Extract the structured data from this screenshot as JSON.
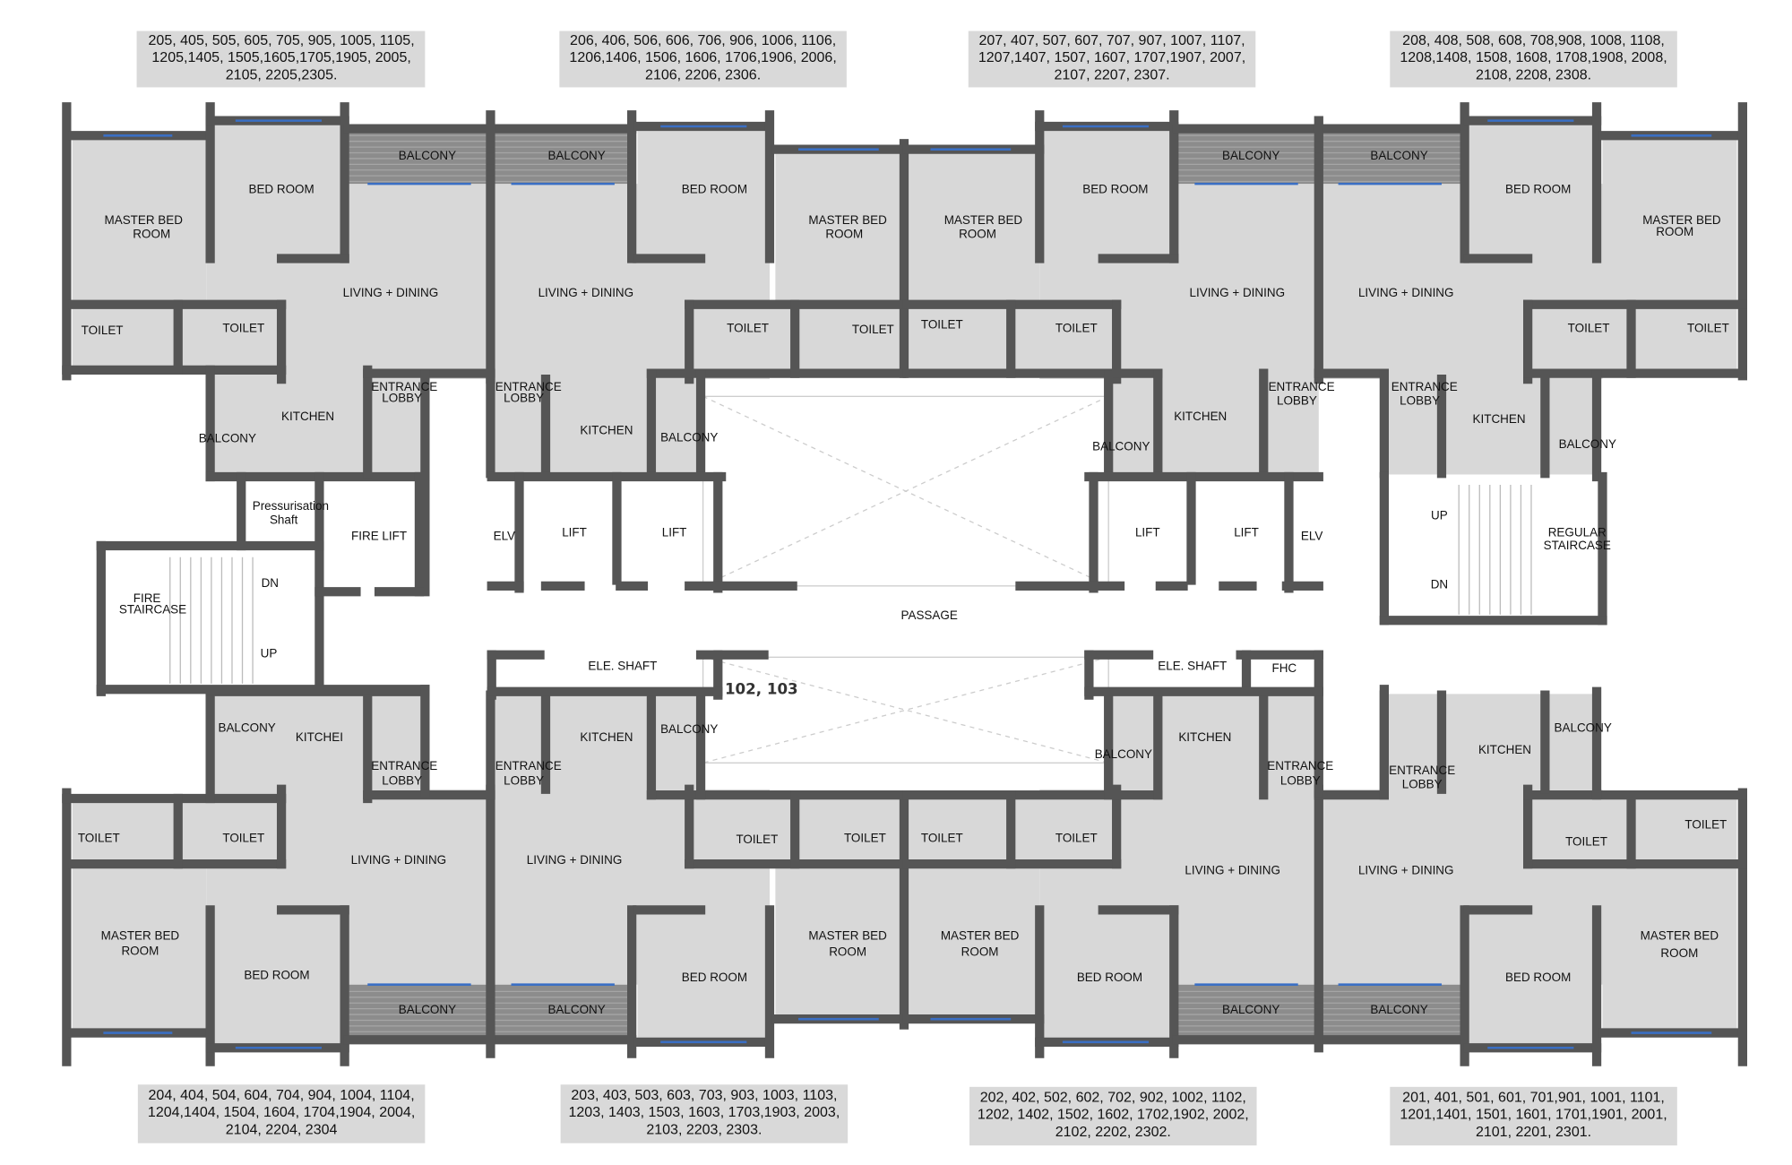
{
  "unit_lists": {
    "top": [
      [
        "205, 405, 505, 605, 705, 905, 1005, 1105,",
        "1205,1405, 1505,1605,1705,1905, 2005,",
        "2105, 2205,2305."
      ],
      [
        "206, 406, 506, 606, 706, 906, 1006, 1106,",
        "1206,1406, 1506, 1606, 1706,1906, 2006,",
        "2106, 2206, 2306."
      ],
      [
        "207, 407, 507, 607, 707, 907, 1007, 1107,",
        "1207,1407, 1507, 1607, 1707,1907, 2007,",
        "2107, 2207, 2307."
      ],
      [
        "208, 408, 508, 608, 708,908, 1008, 1108,",
        "1208,1408, 1508, 1608, 1708,1908, 2008,",
        "2108, 2208, 2308."
      ]
    ],
    "bottom": [
      [
        "204, 404, 504, 604, 704, 904, 1004, 1104,",
        "1204,1404, 1504, 1604, 1704,1904, 2004,",
        "2104, 2204, 2304"
      ],
      [
        "203, 403, 503, 603, 703, 903, 1003, 1103,",
        "1203, 1403, 1503, 1603, 1703,1903, 2003,",
        "2103, 2203, 2303."
      ],
      [
        "202, 402, 502, 602, 702, 902, 1002, 1102,",
        "1202, 1402, 1502, 1602, 1702,1902, 2002,",
        "2102, 2202, 2302."
      ],
      [
        "201, 401, 501, 601, 701,901, 1001, 1101,",
        "1201,1401, 1501, 1601, 1701,1901, 2001,",
        "2101, 2201, 2301."
      ]
    ]
  },
  "rooms": {
    "master_bed_1": "MASTER BED",
    "room": "ROOM",
    "bed_room": "BED ROOM",
    "balcony": "BALCONY",
    "living_dining": "LIVING + DINING",
    "toilet": "TOILET",
    "entrance": "ENTRANCE",
    "lobby": "LOBBY",
    "kitchen": "KITCHEN",
    "kitchen_cut": "KITCHEI",
    "pressurisation": "Pressurisation",
    "shaft": "Shaft",
    "fire_lift": "FIRE LIFT",
    "elv": "ELV",
    "lift": "LIFT",
    "fire": "FIRE",
    "staircase": "STAIRCASE",
    "regular": "REGULAR",
    "dn": "DN",
    "up": "UP",
    "passage": "PASSAGE",
    "ele_shaft": "ELE. SHAFT",
    "fhc": "FHC",
    "unit_ref": "102, 103"
  },
  "colors": {
    "wall": "#555555",
    "room": "#d8d8d8",
    "balcony": "#8c8c8c",
    "window": "#3a6fc4",
    "label_box": "#d9d9d9"
  }
}
